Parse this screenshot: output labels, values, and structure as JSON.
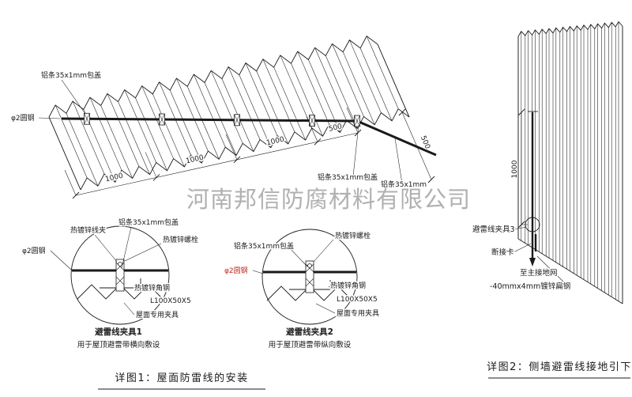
{
  "company_watermark": "河南邦信防腐材料有限公司",
  "colors": {
    "ink": "#1a1a1a",
    "red_callout": "#c2281c",
    "watermark": "#9b9b9b"
  },
  "main_view": {
    "labels": {
      "aluminum_cover_top": "铝条35x1mm包盖",
      "round_steel": "φ2圆钢",
      "aluminum_cover_right": "铝条35x1mm包盖",
      "aluminum_strip_right": "铝条35x1mm"
    },
    "dims": [
      "1000",
      "1000",
      "1000",
      "500",
      "500"
    ]
  },
  "detail1": {
    "labels": {
      "wire_clamp": "热镀锌线夹",
      "aluminum_cover": "铝条35x1mm包盖",
      "bolt": "热镀锌螺栓",
      "round_steel": "φ2圆钢",
      "angle_steel": "热镀锌角钢",
      "angle_size": "L100X50X5",
      "roof_clamp": "屋面专用夹具"
    },
    "title": "避雷线夹具1",
    "subtitle": "用于屋顶避雷带横向敷设"
  },
  "detail2": {
    "labels": {
      "aluminum_cover": "铝条35x1mm包盖",
      "bolt": "热镀锌螺栓",
      "round_steel": "φ2圆钢",
      "angle_steel": "热镀锌角钢",
      "angle_size": "L100X50X5",
      "roof_clamp": "屋面专用夹具"
    },
    "title": "避雷线夹具2",
    "subtitle": "用于屋顶避雷带纵向敷设"
  },
  "wall_view": {
    "labels": {
      "clamp3": "避雷线夹具3",
      "disconnect": "断接卡",
      "to_ground": "至主接地网",
      "flat_steel": "-40mmx4mm镀锌扁钢"
    },
    "dim": "1000"
  },
  "captions": {
    "figure1": "详图1：屋面防雷线的安装",
    "figure2": "详图2：侧墙避雷线接地引下"
  }
}
